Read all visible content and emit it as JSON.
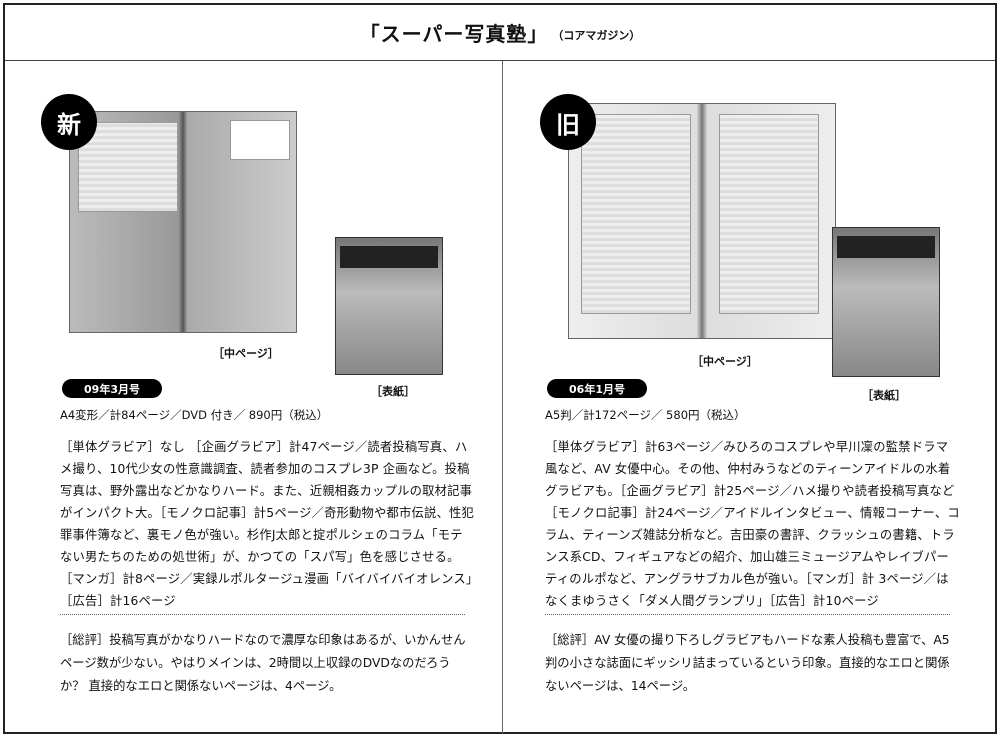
{
  "header": {
    "title": "「スーパー写真塾」",
    "publisher": "（コアマガジン）"
  },
  "new": {
    "badge": "新",
    "inner_label": "［中ページ］",
    "cover_label": "［表紙］",
    "issue": "09年3月号",
    "spec": "A4変形／計84ページ／DVD 付き／ 890円（税込）",
    "body": "［単体グラビア］なし ［企画グラビア］計47ページ／読者投稿写真、ハメ撮り、10代少女の性意識調査、読者参加のコスプレ3P 企画など。投稿写真は、野外露出などかなりハード。また、近親相姦カップルの取材記事がインパクト大。［モノクロ記事］計5ページ／奇形動物や都市伝説、性犯罪事件簿など、裏モノ色が強い。杉作J太郎と掟ポルシェのコラム「モテない男たちのための処世術」が、かつての「スパ写」色を感じさせる。［マンガ］計8ページ／実録ルポルタージュ漫画「バイバイバイオレンス」［広告］計16ページ",
    "review": "［総評］投稿写真がかなりハードなので濃厚な印象はあるが、いかんせんページ数が少ない。やはりメインは、2時間以上収録のDVDなのだろうか？ 直接的なエロと関係ないページは、4ページ。"
  },
  "old": {
    "badge": "旧",
    "inner_label": "［中ページ］",
    "cover_label": "［表紙］",
    "issue": "06年1月号",
    "spec": "A5判／計172ページ／ 580円（税込）",
    "body": "［単体グラビア］計63ページ／みひろのコスプレや早川凜の監禁ドラマ風など、AV 女優中心。その他、仲村みうなどのティーンアイドルの水着グラビアも。［企画グラビア］計25ページ／ハメ撮りや読者投稿写真など［モノクロ記事］計24ページ／アイドルインタビュー、情報コーナー、コラム、ティーンズ雑誌分析など。吉田豪の書評、クラッシュの書籍、トランス系CD、フィギュアなどの紹介、加山雄三ミュージアムやレイブパーティのルポなど、アングラサブカル色が強い。［マンガ］計 3ページ／はなくまゆうさく「ダメ人間グランプリ」［広告］計10ページ",
    "review": "［総評］AV 女優の撮り下ろしグラビアもハードな素人投稿も豊富で、A5判の小さな誌面にギッシリ詰まっているという印象。直接的なエロと関係ないページは、14ページ。"
  }
}
